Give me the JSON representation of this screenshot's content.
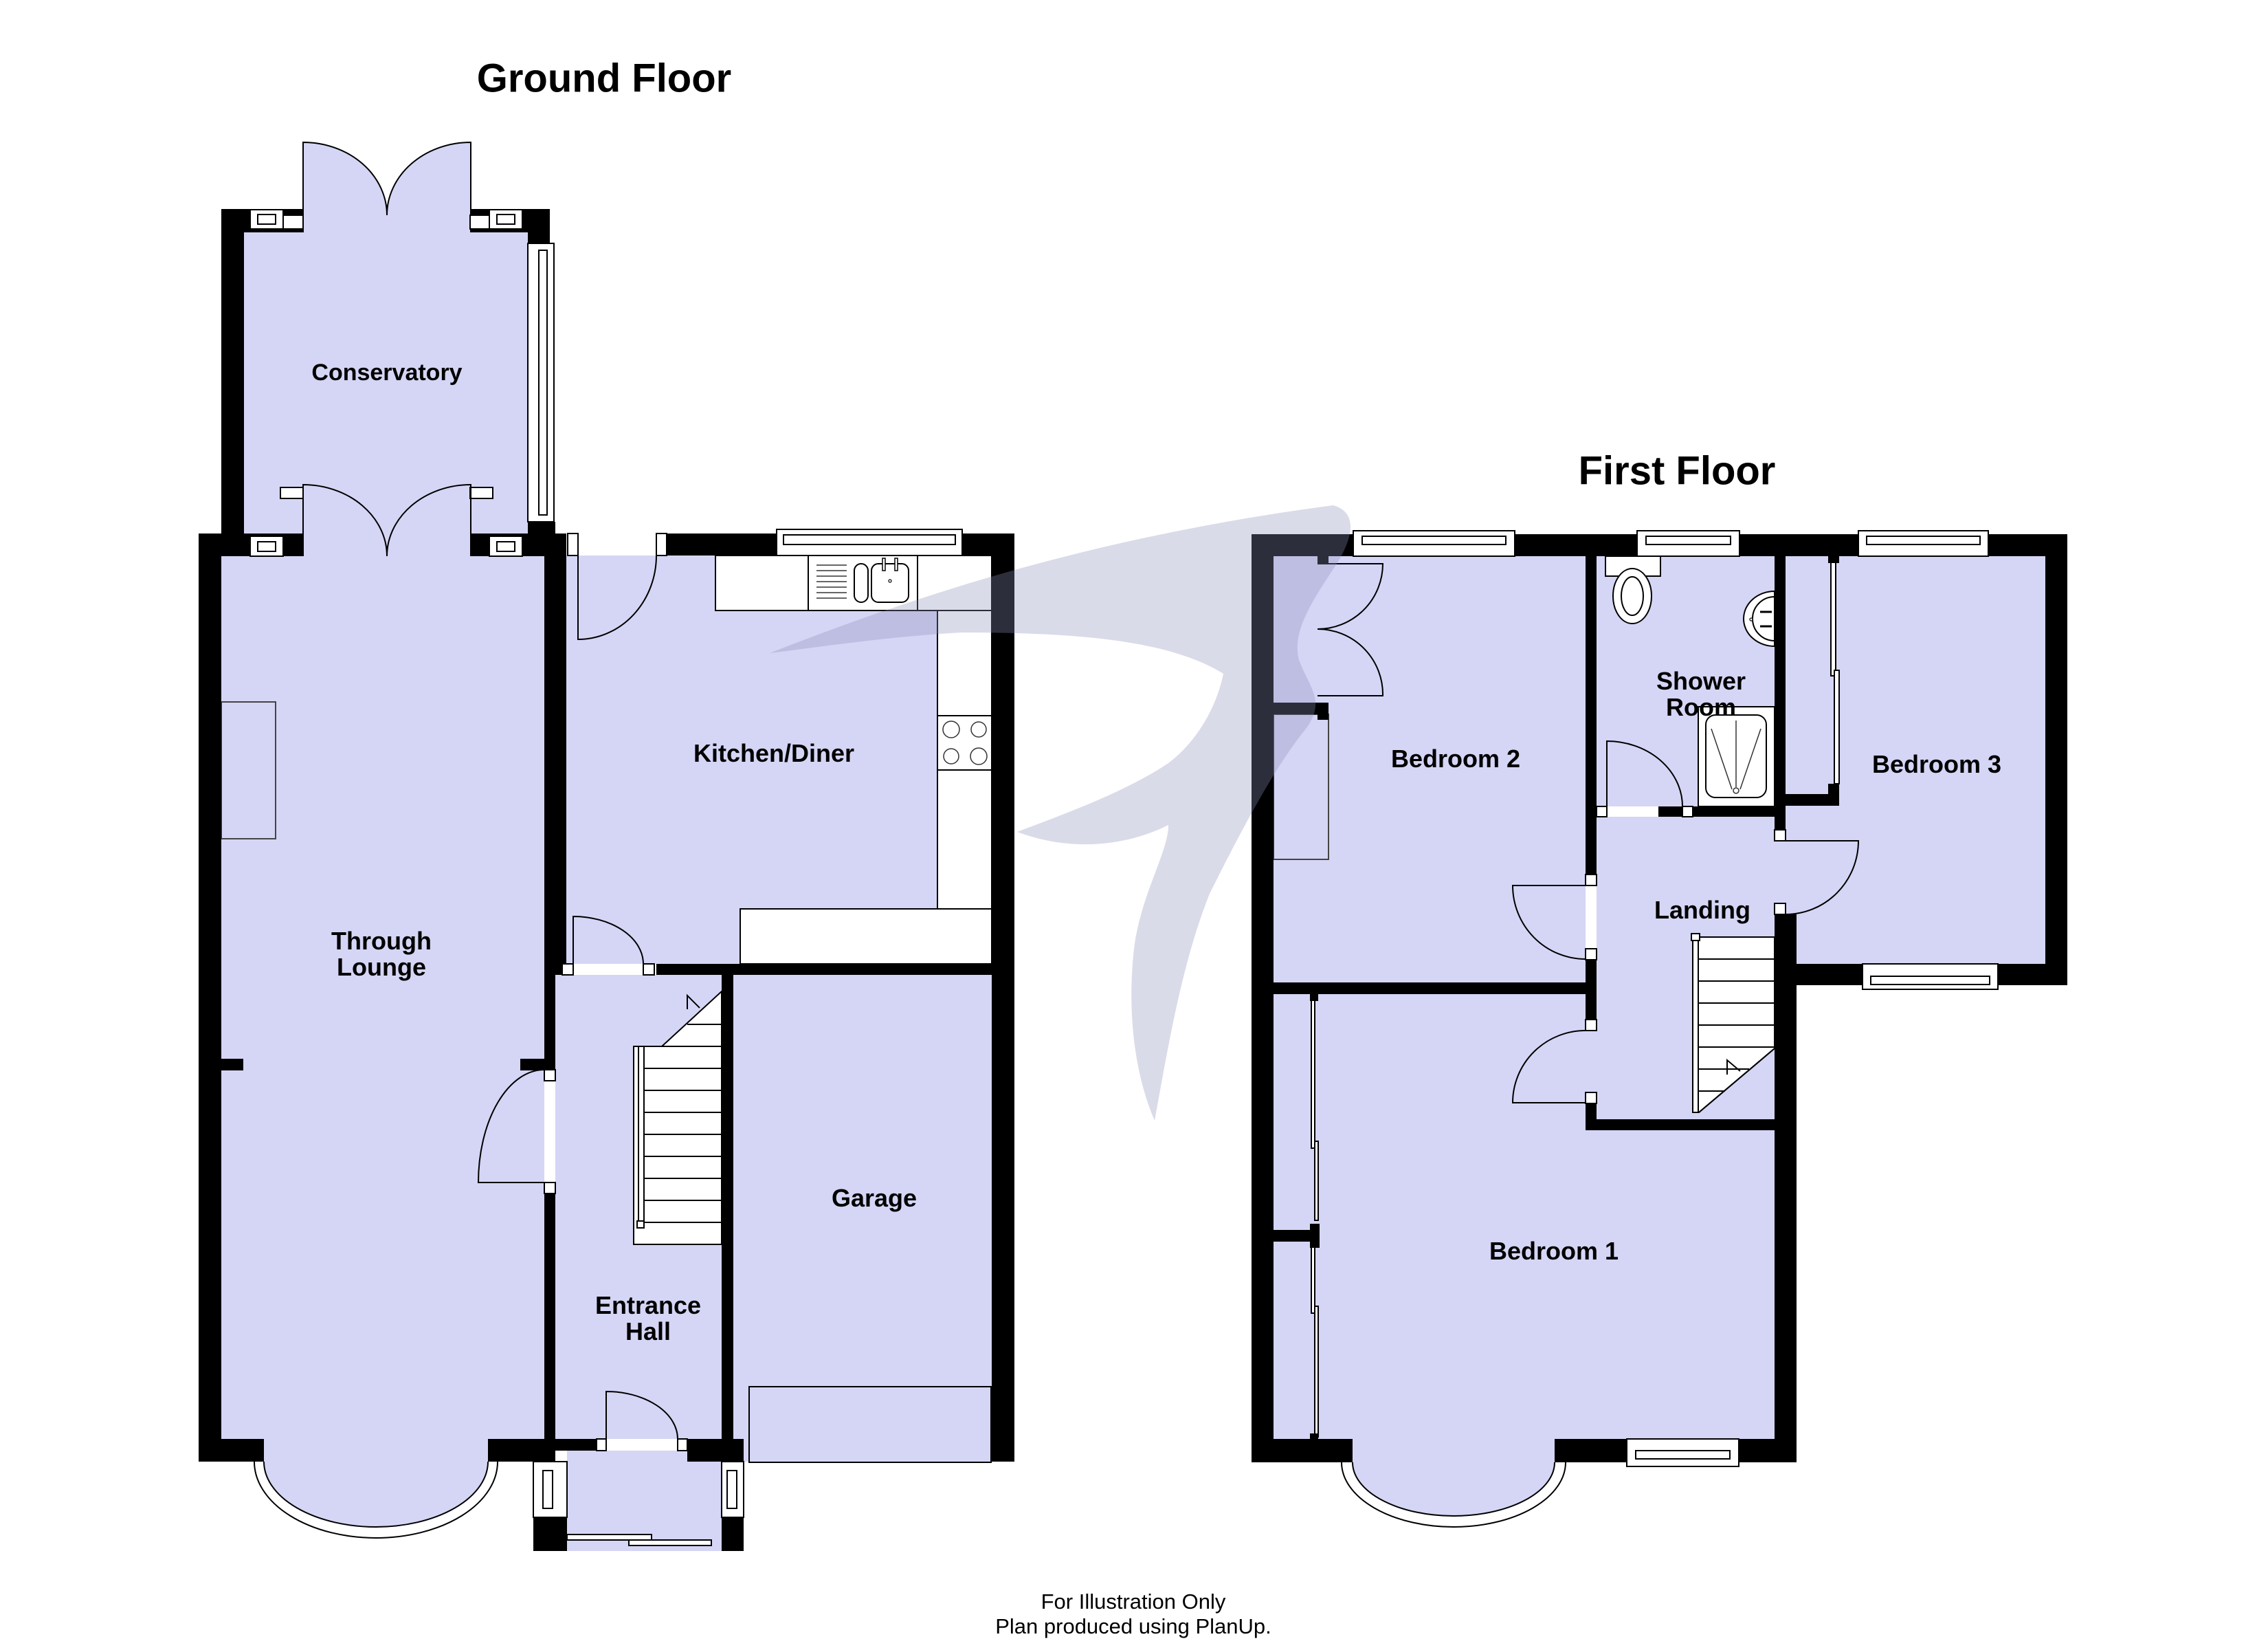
{
  "ground_floor": {
    "title": "Ground Floor",
    "rooms": {
      "conservatory": "Conservatory",
      "kitchen_diner": "Kitchen/Diner",
      "through_lounge": [
        "Through",
        "Lounge"
      ],
      "garage": "Garage",
      "entrance_hall": [
        "Entrance",
        "Hall"
      ]
    }
  },
  "first_floor": {
    "title": "First Floor",
    "rooms": {
      "bedroom_2": "Bedroom 2",
      "shower_room": [
        "Shower",
        "Room"
      ],
      "bedroom_3": "Bedroom 3",
      "landing": "Landing",
      "bedroom_1": "Bedroom 1"
    }
  },
  "footer": {
    "line1": "For Illustration Only",
    "line2": "Plan produced using PlanUp."
  },
  "colors": {
    "room_fill": "#d5d5f5",
    "wall": "#000000",
    "fixture": "#ffffff",
    "line": "#000000",
    "watermark": "#9b9dc0"
  }
}
